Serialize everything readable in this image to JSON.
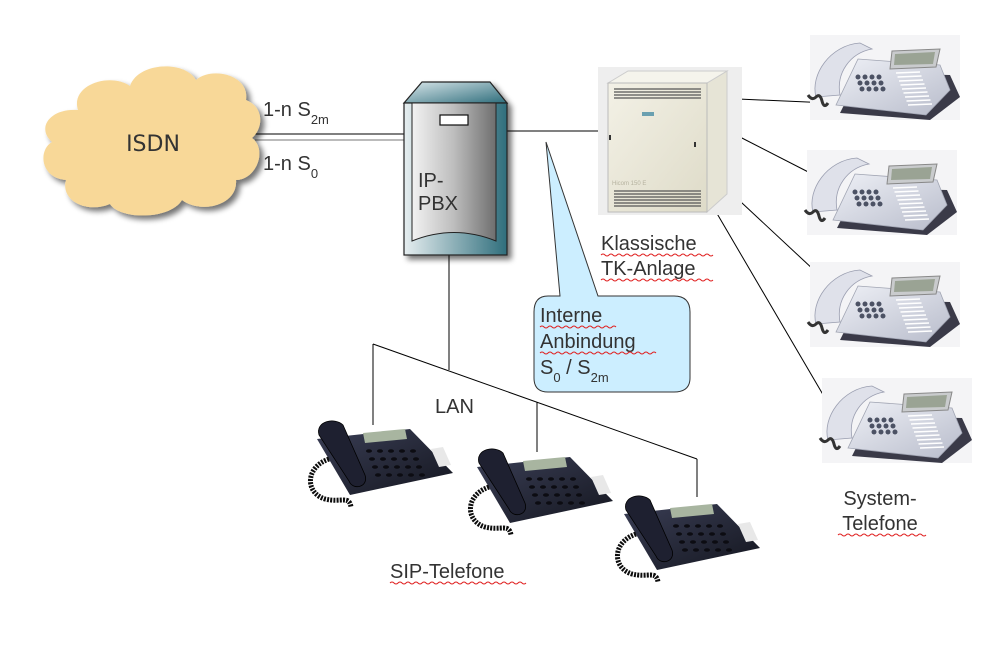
{
  "diagram": {
    "nodes": {
      "isdn": {
        "label": "ISDN",
        "fill": "#f8d898"
      },
      "ip_pbx": {
        "label_line1": "IP-",
        "label_line2": "PBX"
      },
      "tk_anlage": {
        "label_line1": "Klassische",
        "label_line2": "TK-Anlage",
        "device_text": "Hicom 150 E"
      },
      "system_phones": {
        "count": 4,
        "label_line1": "System-",
        "label_line2": "Telefone"
      },
      "sip_phones": {
        "count": 3,
        "label": "SIP-Telefone"
      },
      "lan": {
        "label": "LAN"
      }
    },
    "links": {
      "isdn_s2m": {
        "prefix": "1-n S",
        "sub": "2m"
      },
      "isdn_s0": {
        "prefix": "1-n S",
        "sub": "0"
      }
    },
    "callout": {
      "line1": "Interne",
      "line2": "Anbindung",
      "line3_a": "S",
      "line3_a_sub": "0",
      "line3_sep": " / S",
      "line3_b_sub": "2m",
      "fill": "#cceeff"
    }
  }
}
